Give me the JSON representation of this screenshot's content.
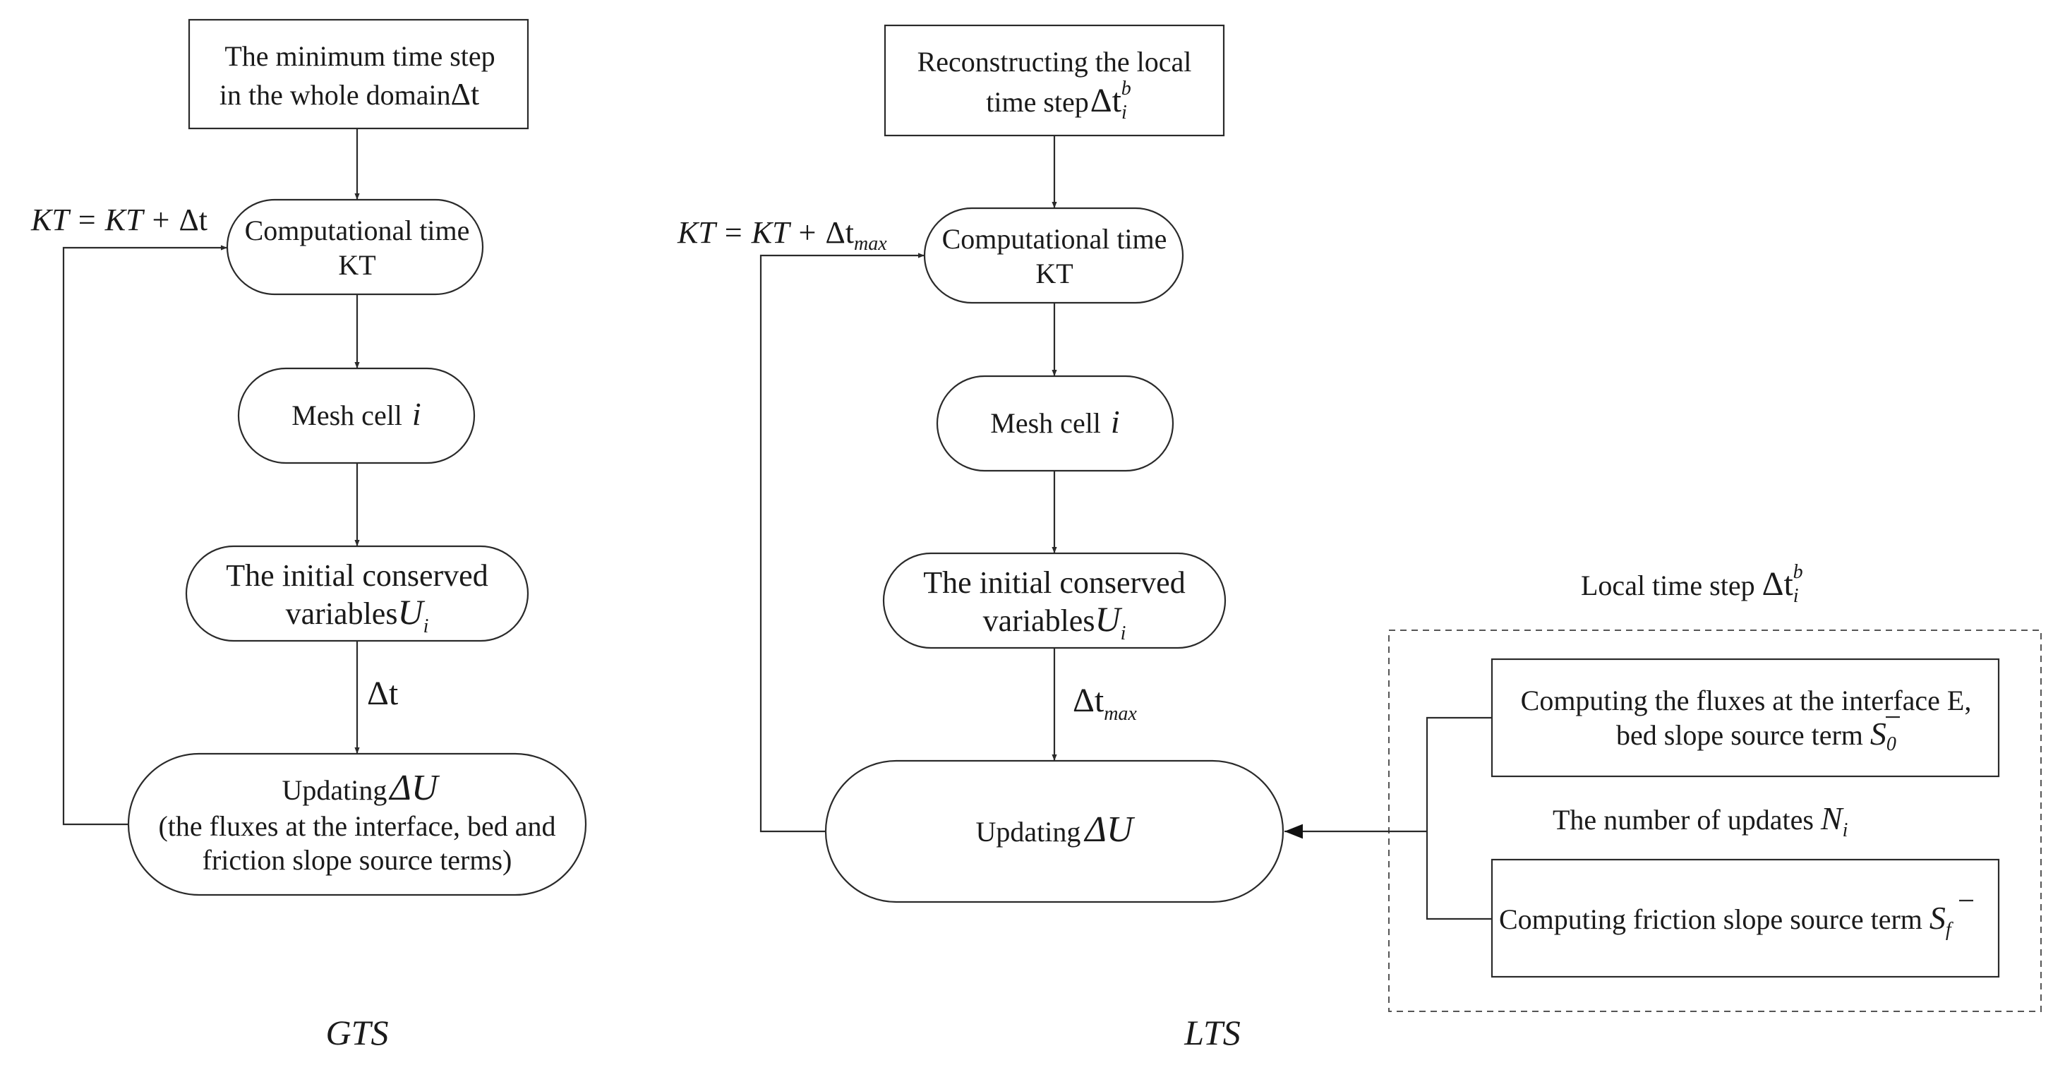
{
  "gts": {
    "start_line1": "The minimum time step",
    "start_line2": "in the whole domain",
    "start_sym": "Δt",
    "loop_lhs": "KT = KT + ",
    "loop_dt": "Δt",
    "time_line1": "Computational time",
    "time_line2": "KT",
    "mesh_label": "Mesh cell",
    "mesh_sym": "i",
    "init_line1": "The initial conserved",
    "init_line2": "variables",
    "init_sym": "U",
    "init_sub": "i",
    "edge_label": "Δt",
    "update_label": "Updating",
    "update_sym": "ΔU",
    "update_line2": "(the fluxes at the interface, bed and",
    "update_line3": "friction slope source terms)",
    "caption": "GTS"
  },
  "lts": {
    "start_line1": "Reconstructing the local",
    "start_line2": "time step",
    "start_sym": "Δt",
    "start_sub": "i",
    "start_sup": "b",
    "loop_lhs": "KT = KT + ",
    "loop_dt": "Δt",
    "loop_sub": "max",
    "time_line1": "Computational time",
    "time_line2": "KT",
    "mesh_label": "Mesh cell",
    "mesh_sym": "i",
    "init_line1": "The initial conserved",
    "init_line2": "variables",
    "init_sym": "U",
    "init_sub": "i",
    "edge_label": "Δt",
    "edge_sub": "max",
    "update_label": "Updating",
    "update_sym": "ΔU",
    "caption": "LTS"
  },
  "local_panel": {
    "title": "Local time step",
    "title_sym": "Δt",
    "title_sub": "i",
    "title_sup": "b",
    "flux_line1": "Computing the fluxes at  the interface E,",
    "flux_line2": "bed slope source term",
    "flux_sym": "S",
    "flux_sub": "0",
    "updates_label": "The number of updates",
    "updates_sym": "N",
    "updates_sub": "i",
    "friction_label": "Computing friction slope source term",
    "friction_sym": "S",
    "friction_sub": "f"
  }
}
